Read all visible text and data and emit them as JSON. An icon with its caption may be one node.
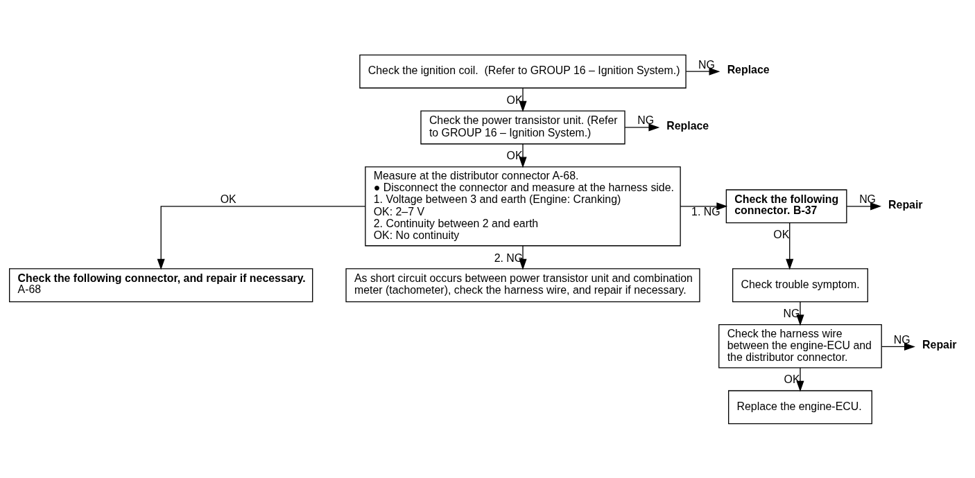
{
  "diagram": {
    "nodes": [
      {
        "text": [
          "Check the ignition coil.  (Refer to GROUP 16 – Ignition System.)"
        ]
      },
      {
        "text": [
          "Replace"
        ]
      },
      {
        "text": [
          "Check the power transistor unit. (Refer to GROUP 16 – Ignition System.)"
        ]
      },
      {
        "text": [
          "Replace"
        ]
      },
      {
        "text": [
          "Measure at the distributor connector A-68.",
          "● Disconnect the connector and measure at the harness side.",
          "1. Voltage between 3 and earth (Engine: Cranking)",
          "OK: 2–7 V",
          "2. Continuity between 2 and earth",
          "OK: No continuity"
        ]
      },
      {
        "text": [
          "Check the following connector. B-37"
        ]
      },
      {
        "text": [
          "Repair"
        ]
      },
      {
        "text": [
          "Check trouble symptom."
        ]
      },
      {
        "text": [
          "Check the harness wire between the engine-ECU and the distributor connector."
        ]
      },
      {
        "text": [
          "Repair"
        ]
      },
      {
        "text": [
          "Replace the engine-ECU."
        ]
      },
      {
        "text": [
          "Check the following connector, and repair if necessary.",
          "A-68"
        ]
      },
      {
        "text": [
          "As short circuit occurs between power transistor unit and combination meter (tachometer), check the harness wire, and repair if necessary."
        ]
      }
    ],
    "edges": [
      {
        "from": 0,
        "to": 1,
        "arrow": "to",
        "label": "NG"
      },
      {
        "from": 0,
        "to": 2,
        "arrow": "to",
        "label": "OK"
      },
      {
        "from": 2,
        "to": 3,
        "arrow": "to",
        "label": "NG"
      },
      {
        "from": 2,
        "to": 4,
        "arrow": "to",
        "label": "OK"
      },
      {
        "from": 4,
        "to": 5,
        "arrow": "to",
        "label": "1. NG"
      },
      {
        "from": 4,
        "to": 12,
        "arrow": "to",
        "label": "2. NG"
      },
      {
        "from": 4,
        "to": 11,
        "arrow": "to",
        "label": "OK"
      },
      {
        "from": 5,
        "to": 6,
        "arrow": "to",
        "label": "NG"
      },
      {
        "from": 5,
        "to": 7,
        "arrow": "to",
        "label": "OK"
      },
      {
        "from": 7,
        "to": 8,
        "arrow": "to",
        "label": "NG"
      },
      {
        "from": 8,
        "to": 9,
        "arrow": "to",
        "label": "NG"
      },
      {
        "from": 8,
        "to": 10,
        "arrow": "to",
        "label": "OK"
      }
    ]
  }
}
